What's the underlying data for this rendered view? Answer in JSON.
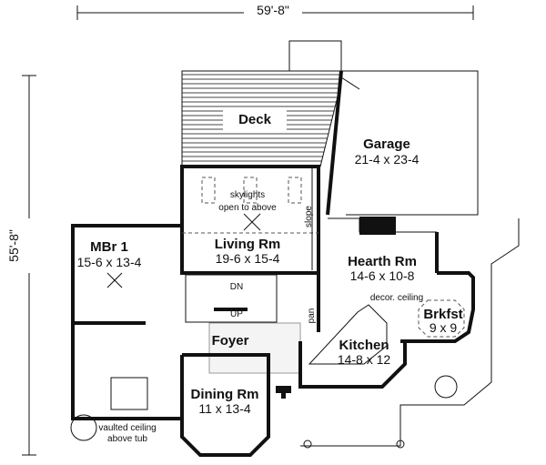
{
  "dimensions": {
    "width": "59'-8\"",
    "depth": "55'-8\""
  },
  "rooms": {
    "deck": {
      "name": "Deck"
    },
    "garage": {
      "name": "Garage",
      "size": "21-4 x 23-4"
    },
    "living": {
      "name": "Living Rm",
      "size": "19-6 x 15-4"
    },
    "master": {
      "name": "MBr 1",
      "size": "15-6 x 13-4"
    },
    "hearth": {
      "name": "Hearth Rm",
      "size": "14-6 x 10-8"
    },
    "breakfast": {
      "name": "Brkfst",
      "size": "9 x 9"
    },
    "foyer": {
      "name": "Foyer"
    },
    "kitchen": {
      "name": "Kitchen",
      "size": "14-8 x 12"
    },
    "dining": {
      "name": "Dining Rm",
      "size": "11 x 13-4"
    }
  },
  "notes": {
    "skylights": "skylights",
    "open_above": "open to above",
    "slope": "slope",
    "down": "DN",
    "up": "UP",
    "pantry": "pan",
    "decor_ceiling": "decor. ceiling",
    "vaulted_1": "vaulted ceiling",
    "vaulted_2": "above tub"
  }
}
